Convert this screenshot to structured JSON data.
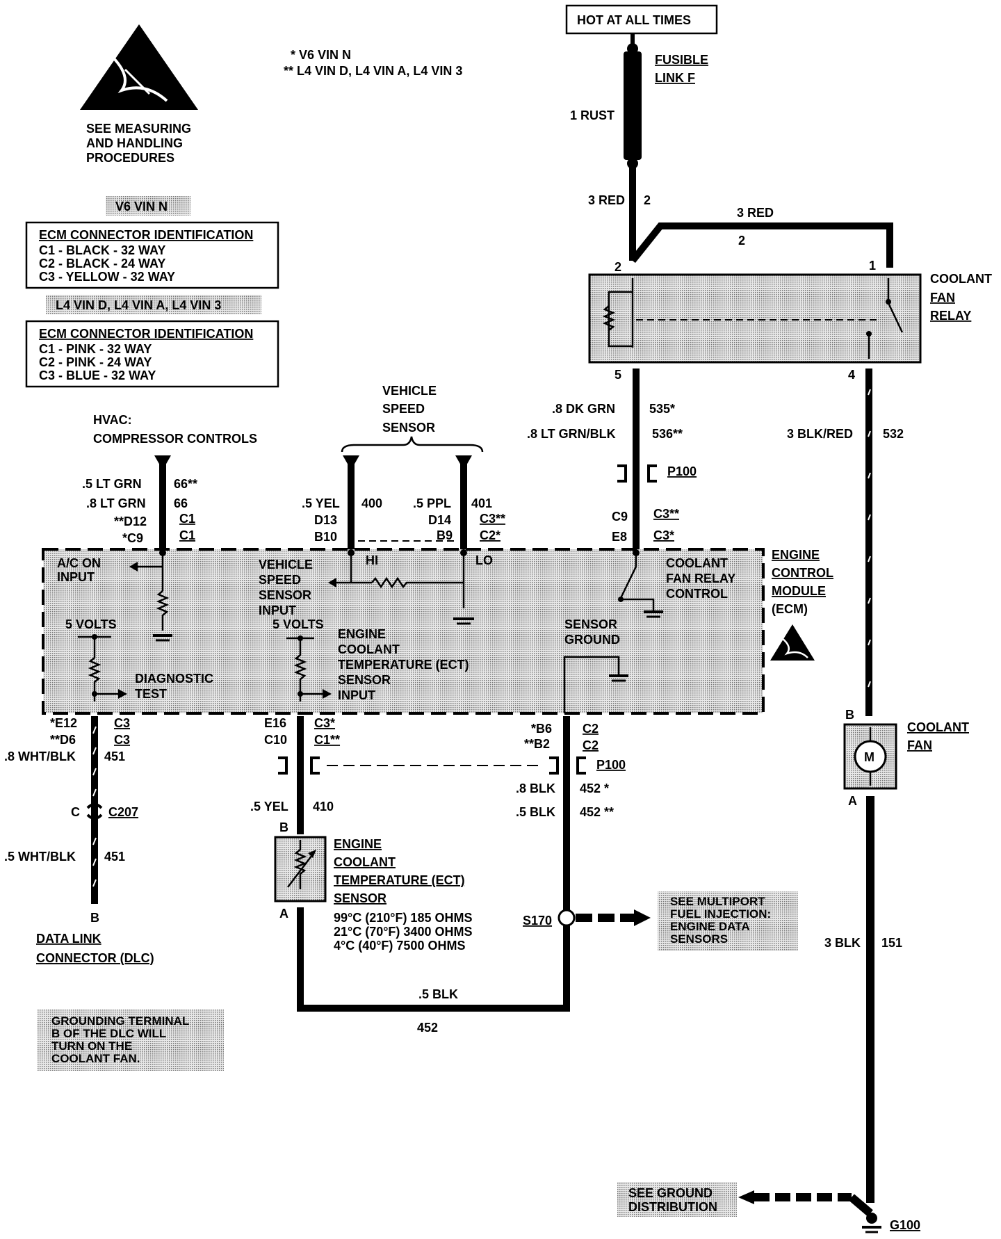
{
  "notes": {
    "esd_caption": [
      "SEE MEASURING",
      "AND HANDLING",
      "PROCEDURES"
    ],
    "legend_star": "* V6 VIN N",
    "legend_2star": "** L4 VIN D, L4 VIN A, L4 VIN 3",
    "dlc_note": [
      "GROUNDING TERMINAL",
      "B OF THE DLC WILL",
      "TURN ON THE",
      "COOLANT FAN."
    ]
  },
  "ecm_id_v6": {
    "tag": "V6 VIN N",
    "title": "ECM CONNECTOR IDENTIFICATION",
    "rows": [
      "C1 - BLACK - 32 WAY",
      "C2 - BLACK - 24 WAY",
      "C3 - YELLOW - 32 WAY"
    ]
  },
  "ecm_id_l4": {
    "tag": "L4 VIN D, L4 VIN A, L4 VIN 3",
    "title": "ECM CONNECTOR IDENTIFICATION",
    "rows": [
      "C1 - PINK - 32 WAY",
      "C2 - PINK - 24 WAY",
      "C3 - BLUE - 32 WAY"
    ]
  },
  "power": {
    "hot_label": "HOT AT ALL TIMES",
    "fusible_link": [
      "FUSIBLE",
      "LINK F"
    ],
    "rust_wire": "1 RUST",
    "red_wire_a": "3 RED",
    "red_circuit_a": "2",
    "red_wire_b": "3 RED",
    "red_circuit_b": "2"
  },
  "relay": {
    "name": [
      "COOLANT",
      "FAN",
      "RELAY"
    ],
    "pin2": "2",
    "pin1": "1",
    "pin5": "5",
    "pin4": "4"
  },
  "relay_ctrl": {
    "wire1": ".8 DK GRN",
    "circ1": "535*",
    "wire2": ".8 LT GRN/BLK",
    "circ2": "536**",
    "conn": "P100",
    "pin_c9": "C9",
    "c3a": "C3**",
    "pin_e8": "E8",
    "c3b": "C3*"
  },
  "fan_feed": {
    "pin4_wire": "3 BLK/RED",
    "circ": "532",
    "fan_pin_b": "B",
    "fan_pin_a": "A",
    "fan_name": [
      "COOLANT",
      "FAN"
    ],
    "gnd_wire": "3 BLK",
    "gnd_circ": "151",
    "ground_note": [
      "SEE GROUND",
      "DISTRIBUTION"
    ],
    "ground": "G100"
  },
  "hvac": {
    "title": [
      "HVAC:",
      "COMPRESSOR CONTROLS"
    ],
    "w1": ".5 LT GRN",
    "c1": "66**",
    "w2": ".8 LT GRN",
    "c2": "66",
    "pin_d12": "**D12",
    "conn_d12": "C1",
    "pin_c9": "*C9",
    "conn_c9": "C1"
  },
  "vss": {
    "title": [
      "VEHICLE",
      "SPEED",
      "SENSOR"
    ],
    "w1": ".5 YEL",
    "c1": "400",
    "p1a": "D13",
    "p1b": "B10",
    "w2": ".5 PPL",
    "c2": "401",
    "p2a": "D14",
    "p2b": "B9",
    "conn1": "C3**",
    "conn2": "C2*",
    "hi": "HI",
    "lo": "LO"
  },
  "ecm": {
    "name": [
      "ENGINE",
      "CONTROL",
      "MODULE",
      "(ECM)"
    ],
    "ac_input": [
      "A/C ON",
      "INPUT"
    ],
    "vss_input": [
      "VEHICLE",
      "SPEED",
      "SENSOR",
      "INPUT"
    ],
    "fan_ctrl": [
      "COOLANT",
      "FAN RELAY",
      "CONTROL"
    ],
    "five_v_a": "5 VOLTS",
    "five_v_b": "5 VOLTS",
    "diag": [
      "DIAGNOSTIC",
      "TEST"
    ],
    "ect_input": [
      "ENGINE",
      "COOLANT",
      "TEMPERATURE (ECT)",
      "SENSOR",
      "INPUT"
    ],
    "sensor_gnd": [
      "SENSOR",
      "GROUND"
    ]
  },
  "dlc": {
    "pin_e12": "*E12",
    "conn_e12": "C3",
    "pin_d6": "**D6",
    "conn_d6": "C3",
    "w1": ".8 WHT/BLK",
    "c1": "451",
    "c207_pin": "C",
    "c207": "C207",
    "w2": ".5 WHT/BLK",
    "c2": "451",
    "pin_b": "B",
    "name": [
      "DATA LINK",
      "CONNECTOR (DLC)"
    ]
  },
  "ect": {
    "pin_e16": "E16",
    "conn_e16": "C3*",
    "pin_c10": "C10",
    "conn_c10": "C1**",
    "wire": ".5 YEL",
    "circ": "410",
    "pin_b": "B",
    "pin_a": "A",
    "name": [
      "ENGINE",
      "COOLANT",
      "TEMPERATURE (ECT)",
      "SENSOR"
    ],
    "specs": [
      "99°C (210°F) 185 OHMS",
      "21°C (70°F) 3400 OHMS",
      "4°C (40°F) 7500 OHMS"
    ],
    "gnd_wire": ".5 BLK",
    "gnd_circ": "452"
  },
  "sgnd": {
    "pin_b6": "*B6",
    "conn_b6": "C2",
    "pin_b2": "**B2",
    "conn_b2": "C2",
    "conn": "P100",
    "w1": ".8 BLK",
    "c1": "452 *",
    "w2": ".5 BLK",
    "c2": "452 **",
    "splice": "S170",
    "note": [
      "SEE MULTIPORT",
      "FUEL INJECTION:",
      "ENGINE DATA",
      "SENSORS"
    ]
  }
}
